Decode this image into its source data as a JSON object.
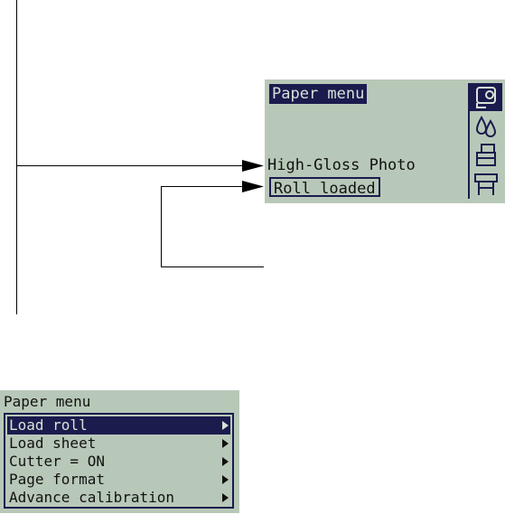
{
  "top_display": {
    "menu_title": "Paper menu",
    "paper_type": "High-Gloss Photo",
    "status": "Roll loaded",
    "icons": [
      "paper-roll-icon",
      "ink-drops-icon",
      "printer-paper-icon",
      "plotter-icon"
    ],
    "selected_icon": "paper-roll-icon"
  },
  "bottom_display": {
    "menu_title": "Paper menu",
    "items": [
      {
        "label": "Load roll",
        "selected": true
      },
      {
        "label": "Load sheet",
        "selected": false
      },
      {
        "label": "Cutter = ON",
        "selected": false
      },
      {
        "label": "Page format",
        "selected": false
      },
      {
        "label": "Advance calibration",
        "selected": false
      }
    ]
  },
  "colors": {
    "lcd_background": "#b8c8b8",
    "highlight": "#1b1b4e",
    "highlight_text": "#d7e3d7"
  }
}
